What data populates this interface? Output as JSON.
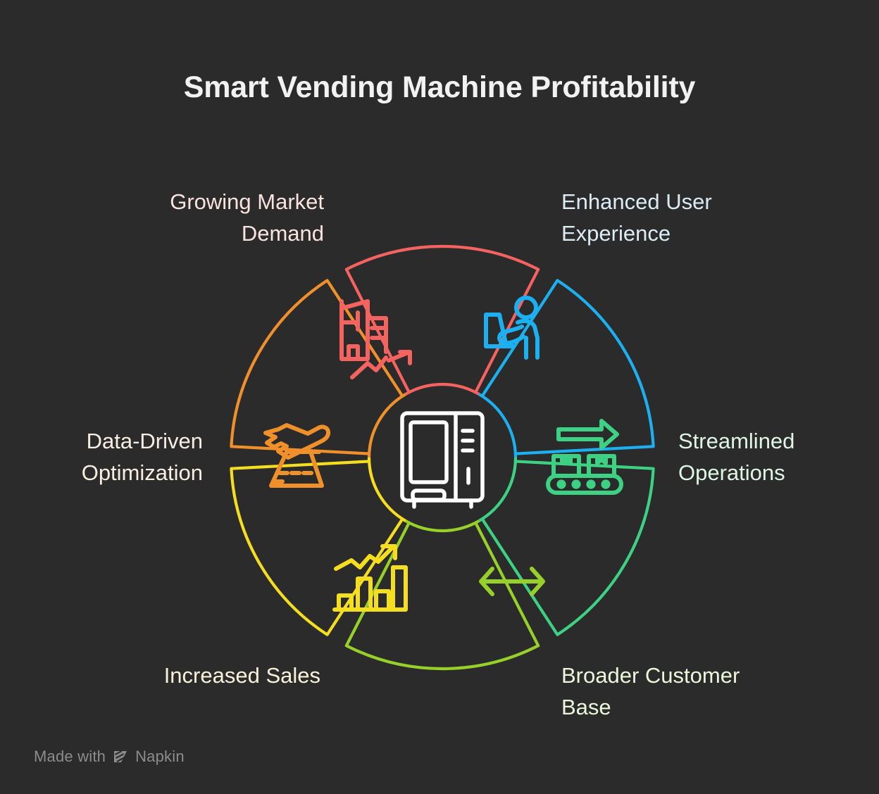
{
  "title": "Smart Vending Machine Profitability",
  "background_color": "#2b2b2b",
  "center": {
    "icon": "vending-machine-icon",
    "icon_color": "#ffffff"
  },
  "footer": {
    "prefix": "Made with",
    "brand": "Napkin",
    "logo": "napkin-chevron-logo",
    "color": "#8c8c8c"
  },
  "segments": [
    {
      "id": "growing-market-demand",
      "label": "Growing Market\nDemand",
      "color": "#f4635f",
      "label_color": "#f9e3e1",
      "icon": "buildings-growth-chart-icon",
      "angle_deg": -90
    },
    {
      "id": "enhanced-user-experience",
      "label": "Enhanced User\nExperience",
      "color": "#1cb0f0",
      "label_color": "#dcecf5",
      "icon": "person-at-kiosk-icon",
      "angle_deg": -30
    },
    {
      "id": "streamlined-operations",
      "label": "Streamlined\nOperations",
      "color": "#3dd184",
      "label_color": "#dff5e6",
      "icon": "conveyor-belt-arrow-icon",
      "angle_deg": 30
    },
    {
      "id": "broader-customer-base",
      "label": "Broader Customer\nBase",
      "color": "#96d028",
      "label_color": "#ecf6da",
      "icon": "double-arrow-horizontal-icon",
      "angle_deg": 90
    },
    {
      "id": "increased-sales",
      "label": "Increased Sales",
      "color": "#f5de1e",
      "label_color": "#f7f2d9",
      "icon": "bar-chart-growth-icon",
      "angle_deg": 150
    },
    {
      "id": "data-driven-optimization",
      "label": "Data-Driven\nOptimization",
      "color": "#f0902a",
      "label_color": "#f9eee3",
      "icon": "airplane-runway-icon",
      "angle_deg": 210
    }
  ]
}
